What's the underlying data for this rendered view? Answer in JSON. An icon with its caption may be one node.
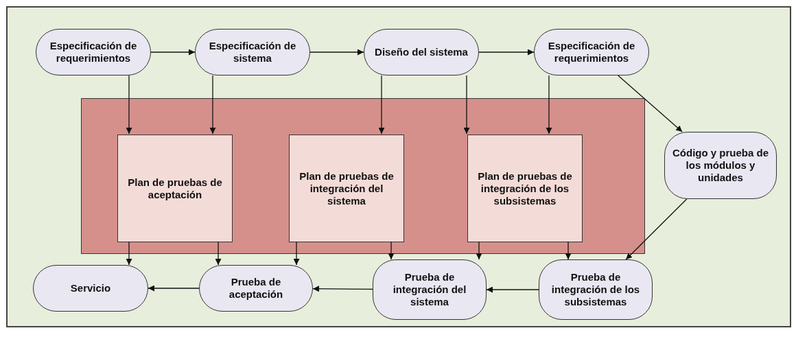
{
  "diagram": {
    "nodes": [
      {
        "text": [
          "Especificación de requerimientos"
        ]
      },
      {
        "text": [
          "Especificación de sistema"
        ]
      },
      {
        "text": [
          "Diseño del sistema"
        ]
      },
      {
        "text": [
          "Especificación de requerimientos"
        ]
      },
      {
        "text": [],
        "shape": "box"
      },
      {
        "text": [
          "Plan de pruebas de aceptación"
        ],
        "in": 4
      },
      {
        "text": [
          "Plan de pruebas de integración del sistema"
        ],
        "in": 4
      },
      {
        "text": [
          "Plan de pruebas de integración de los subsistemas"
        ],
        "in": 4
      },
      {
        "text": [
          "Código y prueba de los módulos y unidades"
        ]
      },
      {
        "text": [
          "Servicio"
        ]
      },
      {
        "text": [
          "Prueba de aceptación"
        ]
      },
      {
        "text": [
          "Prueba de integración del sistema"
        ]
      },
      {
        "text": [
          "Prueba de integración de los subsistemas"
        ]
      }
    ],
    "edges": [
      {
        "from": 0,
        "to": 1,
        "arrow": "to"
      },
      {
        "from": 1,
        "to": 2,
        "arrow": "to"
      },
      {
        "from": 2,
        "to": 3,
        "arrow": "to"
      },
      {
        "from": 3,
        "to": 8,
        "arrow": "to"
      },
      {
        "from": 8,
        "to": 12,
        "arrow": "to"
      },
      {
        "from": 12,
        "to": 11,
        "arrow": "to"
      },
      {
        "from": 11,
        "to": 10,
        "arrow": "to"
      },
      {
        "from": 10,
        "to": 9,
        "arrow": "to"
      },
      {
        "from": 0,
        "to": 5,
        "arrow": "to"
      },
      {
        "from": 1,
        "to": 5,
        "arrow": "to"
      },
      {
        "from": 2,
        "to": 6,
        "arrow": "to"
      },
      {
        "from": 2,
        "to": 7,
        "arrow": "to"
      },
      {
        "from": 3,
        "to": 7,
        "arrow": "to"
      },
      {
        "from": 5,
        "to": 9,
        "arrow": "to"
      },
      {
        "from": 5,
        "to": 10,
        "arrow": "to"
      },
      {
        "from": 6,
        "to": 10,
        "arrow": "to"
      },
      {
        "from": 6,
        "to": 11,
        "arrow": "to"
      },
      {
        "from": 7,
        "to": 11,
        "arrow": "to"
      },
      {
        "from": 7,
        "to": 12,
        "arrow": "to"
      }
    ]
  }
}
